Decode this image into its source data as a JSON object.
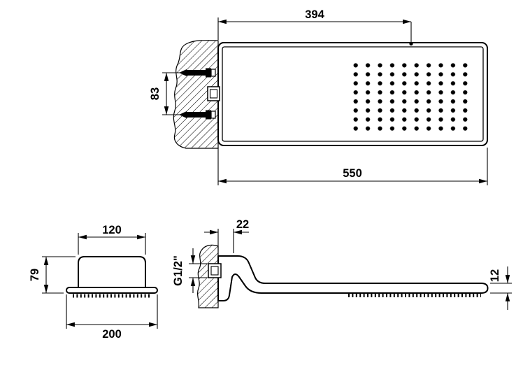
{
  "colors": {
    "line": "#000000",
    "background": "#ffffff"
  },
  "views": {
    "top": {
      "dim_partial_width": "394",
      "dim_total_width": "550",
      "dim_fixing_distance": "83"
    },
    "front": {
      "dim_body_width": "120",
      "dim_height": "79",
      "dim_base_width": "200"
    },
    "side": {
      "dim_wall_offset": "22",
      "thread_label": "G1/2\"",
      "dim_plate_thickness": "12"
    }
  }
}
